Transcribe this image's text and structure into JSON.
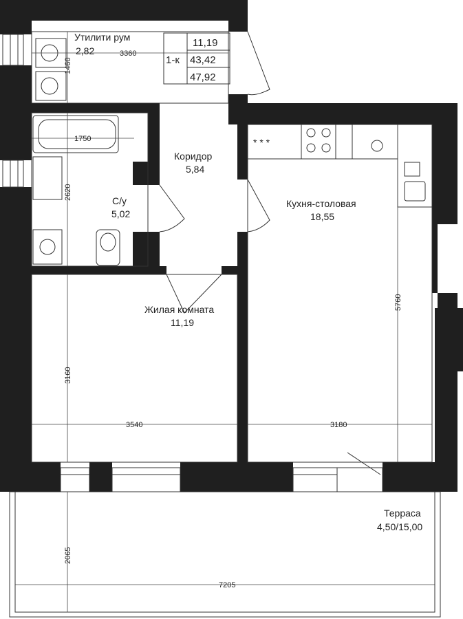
{
  "summary_table": {
    "type": "1-к",
    "living_area": "11,19",
    "living_total": "43,42",
    "total_area": "47,92"
  },
  "rooms": {
    "utility": {
      "name": "Утилити рум",
      "area": "2,82"
    },
    "corridor": {
      "name": "Коридор",
      "area": "5,84"
    },
    "bathroom": {
      "name": "С/у",
      "area": "5,02"
    },
    "kitchen": {
      "name": "Кухня-столовая",
      "area": "18,55"
    },
    "living": {
      "name": "Жилая комната",
      "area": "11,19"
    },
    "terrace": {
      "name": "Терраса",
      "area": "4,50/15,00"
    }
  },
  "dimensions": {
    "utility_width": "3360",
    "utility_height": "1460",
    "bath_width": "1750",
    "bath_height": "2620",
    "living_height": "3160",
    "living_width": "3540",
    "kitchen_width": "3180",
    "kitchen_height": "5760",
    "terrace_height": "2065",
    "terrace_width": "7205"
  },
  "colors": {
    "wall": "#1f1f1f",
    "line": "#333333",
    "background": "#ffffff"
  }
}
